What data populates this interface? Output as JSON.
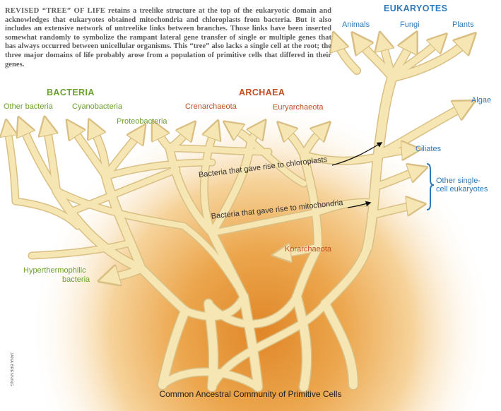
{
  "caption": {
    "lead": "REVISED “TREE” OF LIFE",
    "body": " retains a treelike structure at the top of the eukaryotic domain and acknowledges that eukaryotes obtained mitochondria and chloroplasts from bacteria. But it also includes an extensive network of untreelike links between branches. Those links have been inserted somewhat randomly to symbolize the rampant lateral gene transfer of single or multiple genes that has always occurred between unicellular organisms. This “tree” also lacks a single cell at the root; the three major domains of life probably arose from a population of primitive cells that differed in their genes."
  },
  "domains": {
    "bacteria": "BACTERIA",
    "archaea": "ARCHAEA",
    "eukaryotes": "EUKARYOTES"
  },
  "groups": {
    "other_bacteria": "Other bacteria",
    "cyanobacteria": "Cyanobacteria",
    "proteobacteria": "Proteobacteria",
    "crenarchaeota": "Crenarchaeota",
    "euryarchaeota": "Euryarchaeota",
    "animals": "Animals",
    "fungi": "Fungi",
    "plants": "Plants",
    "algae": "Algae",
    "ciliates": "Ciliates",
    "other_single_cell_line1": "Other single-",
    "other_single_cell_line2": "cell eukaryotes",
    "korarchaeota": "Korarchaeota",
    "hyperthermophilic_line1": "Hyperthermophilic",
    "hyperthermophilic_line2": "bacteria"
  },
  "transfers": {
    "chloroplasts": "Bacteria that gave rise to chloroplasts",
    "mitochondria": "Bacteria that gave rise to mitochondria"
  },
  "footer": "Common Ancestral Community of Primitive Cells",
  "credit": "JANA BRENNING",
  "colors": {
    "branch": "#f6e6b4",
    "branch_edge": "#d9bf83",
    "glow_center": "#e2892a",
    "glow_edge": "#fbe9cf",
    "bacteria": "#6aa12c",
    "archaea": "#c24f1e",
    "eukaryotes": "#2e79b8"
  }
}
